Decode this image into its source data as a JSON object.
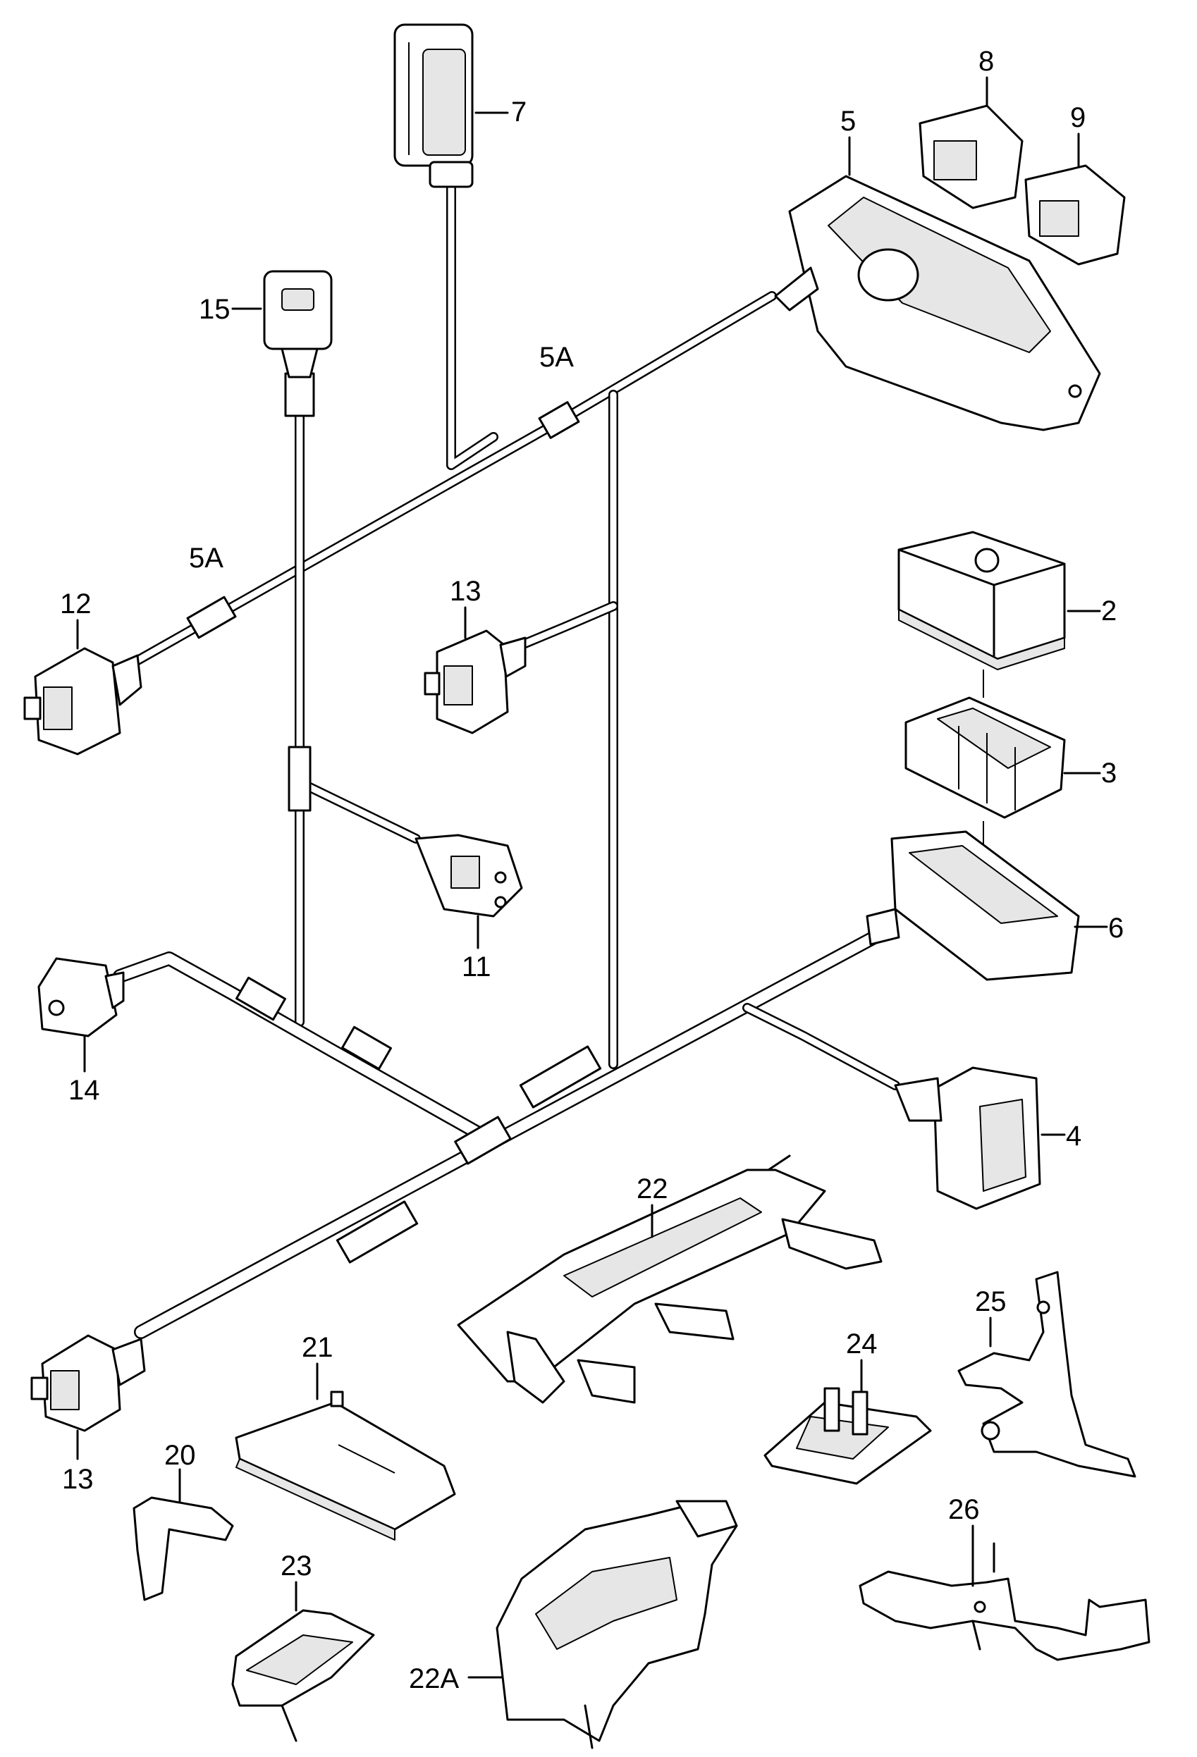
{
  "callouts": {
    "c2": "2",
    "c3": "3",
    "c4": "4",
    "c5": "5",
    "c5a_top": "5A",
    "c5a_left": "5A",
    "c6": "6",
    "c7": "7",
    "c8": "8",
    "c9": "9",
    "c11": "11",
    "c12": "12",
    "c13_mid": "13",
    "c13_bottom": "13",
    "c14": "14",
    "c15": "15",
    "c20": "20",
    "c21": "21",
    "c22": "22",
    "c22a": "22A",
    "c23": "23",
    "c24": "24",
    "c25": "25",
    "c26": "26"
  }
}
